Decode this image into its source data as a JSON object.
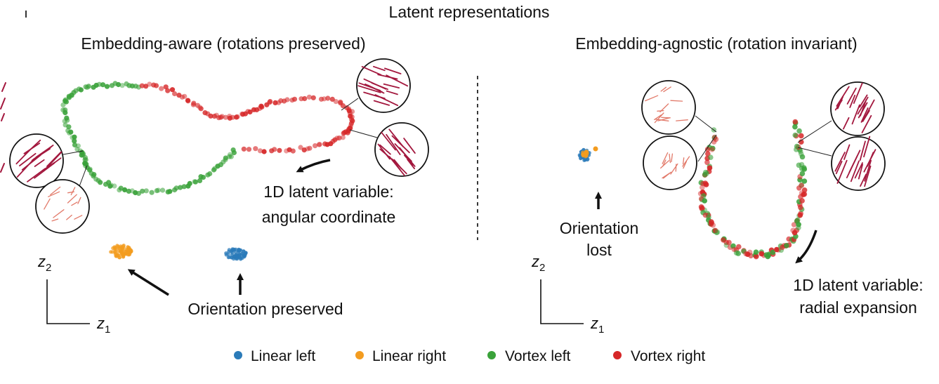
{
  "title": "Latent representations",
  "left_panel": {
    "heading": "Embedding-aware (rotations preserved)",
    "annotation_line1": "1D latent variable:",
    "annotation_line2": "angular coordinate",
    "orientation_label": "Orientation preserved"
  },
  "right_panel": {
    "heading": "Embedding-agnostic (rotation invariant)",
    "orientation_label_line1": "Orientation",
    "orientation_label_line2": "lost",
    "annotation_line1": "1D latent variable:",
    "annotation_line2": "radial expansion"
  },
  "axes": {
    "y_label": "z",
    "y_sub": "2",
    "x_label": "z",
    "x_sub": "1"
  },
  "legend": [
    {
      "label": "Linear left",
      "color": "#2b7bb9"
    },
    {
      "label": "Linear right",
      "color": "#f39c1f"
    },
    {
      "label": "Vortex left",
      "color": "#3aa23a"
    },
    {
      "label": "Vortex right",
      "color": "#d62728"
    }
  ],
  "colors": {
    "vortex_left": "#3aa23a",
    "vortex_right": "#d62728",
    "linear_left": "#2b7bb9",
    "linear_right": "#f39c1f",
    "glyph_strong": "#a3183e",
    "glyph_faint": "#e27a6a"
  },
  "icons": [
    "arrow-icon",
    "vector-field-glyph-icon"
  ]
}
